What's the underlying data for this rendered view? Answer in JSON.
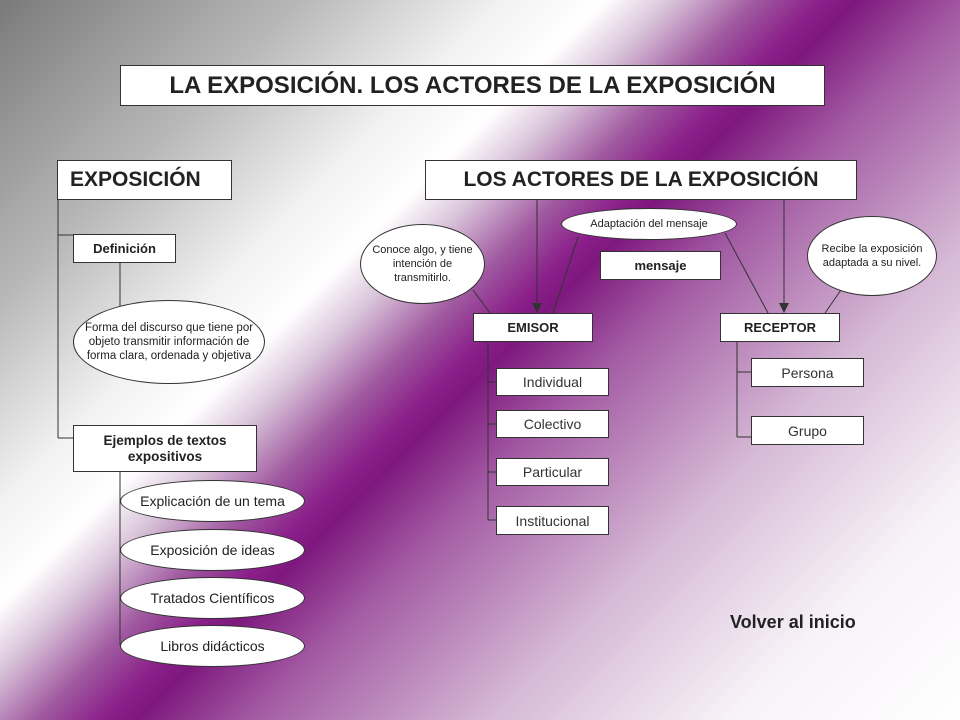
{
  "title": "LA EXPOSICIÓN. LOS ACTORES DE LA EXPOSICIÓN",
  "left": {
    "heading": "EXPOSICIÓN",
    "definition_label": "Definición",
    "definition_text": "Forma del discurso que tiene por objeto transmitir información de forma clara, ordenada y objetiva",
    "examples_label": "Ejemplos de textos expositivos",
    "examples": [
      "Explicación de un tema",
      "Exposición de ideas",
      "Tratados Científicos",
      "Libros didácticos"
    ]
  },
  "right": {
    "heading": "LOS ACTORES DE LA EXPOSICIÓN",
    "emisor_note": "Conoce algo, y tiene intención de transmitirlo.",
    "adaptation_note": "Adaptación del mensaje",
    "message_label": "mensaje",
    "receptor_note": "Recibe la exposición adaptada a su nivel.",
    "emisor_label": "EMISOR",
    "receptor_label": "RECEPTOR",
    "emisor_types": [
      "Individual",
      "Colectivo",
      "Particular",
      "Institucional"
    ],
    "receptor_types": [
      "Persona",
      "Grupo"
    ]
  },
  "footer": {
    "back_link": "Volver al inicio"
  }
}
